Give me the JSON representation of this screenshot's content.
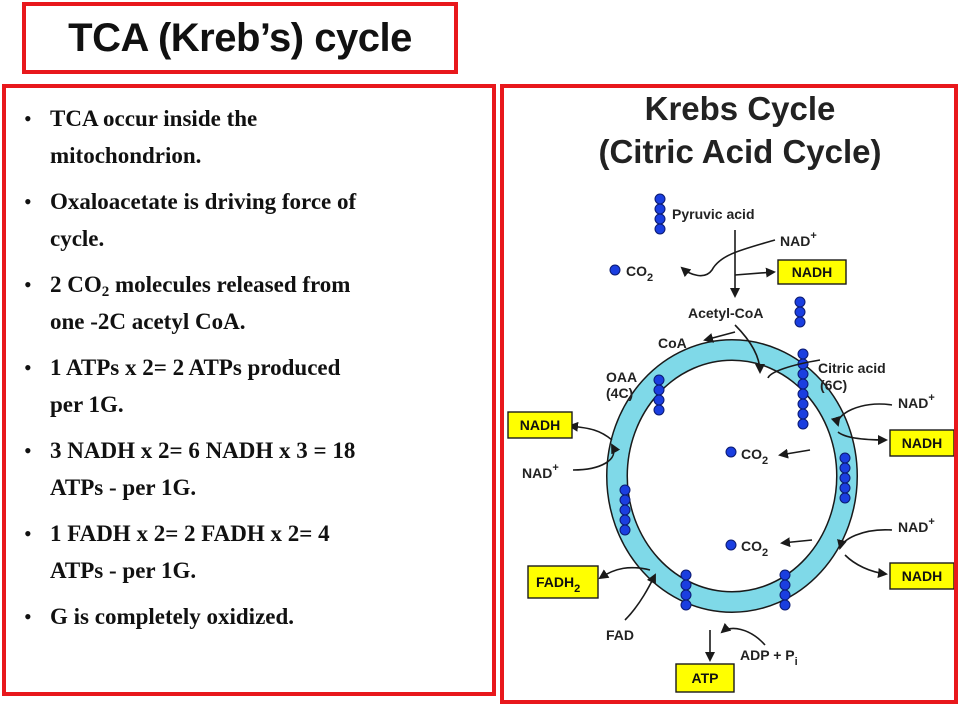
{
  "slide": {
    "title": "TCA (Kreb’s) cycle",
    "bullet_glyph": "•",
    "bullets": [
      {
        "line1": "TCA occur inside the",
        "line2": "mitochondrion."
      },
      {
        "line1": "Oxaloacetate is driving force of",
        "line2": "cycle."
      },
      {
        "line1_a": "2 CO",
        "line1_sub": "2",
        "line1_b": " molecules released from",
        "line2": "one -2C acetyl CoA."
      },
      {
        "line1": "1 ATPs x 2= 2 ATPs produced",
        "line2": "per 1G."
      },
      {
        "line1": "3 NADH x 2= 6 NADH x 3 = 18",
        "line2": "ATPs - per 1G."
      },
      {
        "line1": "1 FADH x 2= 2 FADH x 2= 4",
        "line2": "ATPs - per 1G."
      },
      {
        "line1": "G is completely oxidized."
      }
    ]
  },
  "diagram": {
    "title_line1": "Krebs Cycle",
    "title_line2": "(Citric Acid Cycle)",
    "labels": {
      "pyruvic_acid": "Pyruvic acid",
      "nad": "NAD",
      "plus": "+",
      "co": "CO",
      "two": "2",
      "nadh": "NADH",
      "acetyl_coa": "Acetyl-CoA",
      "coa": "CoA",
      "citric_acid": "Citric acid",
      "six_c": "(6C)",
      "oaa": "OAA",
      "four_c": "(4C)",
      "fadh": "FADH",
      "fad": "FAD",
      "atp": "ATP",
      "adp_p": "ADP + P",
      "i": "i"
    },
    "colors": {
      "ring": "#7fd9e8",
      "ring_stroke": "#1a1a1a",
      "molecule": "#1a3ee0",
      "box_fill": "#ffff00",
      "border": "#e8181c"
    }
  }
}
